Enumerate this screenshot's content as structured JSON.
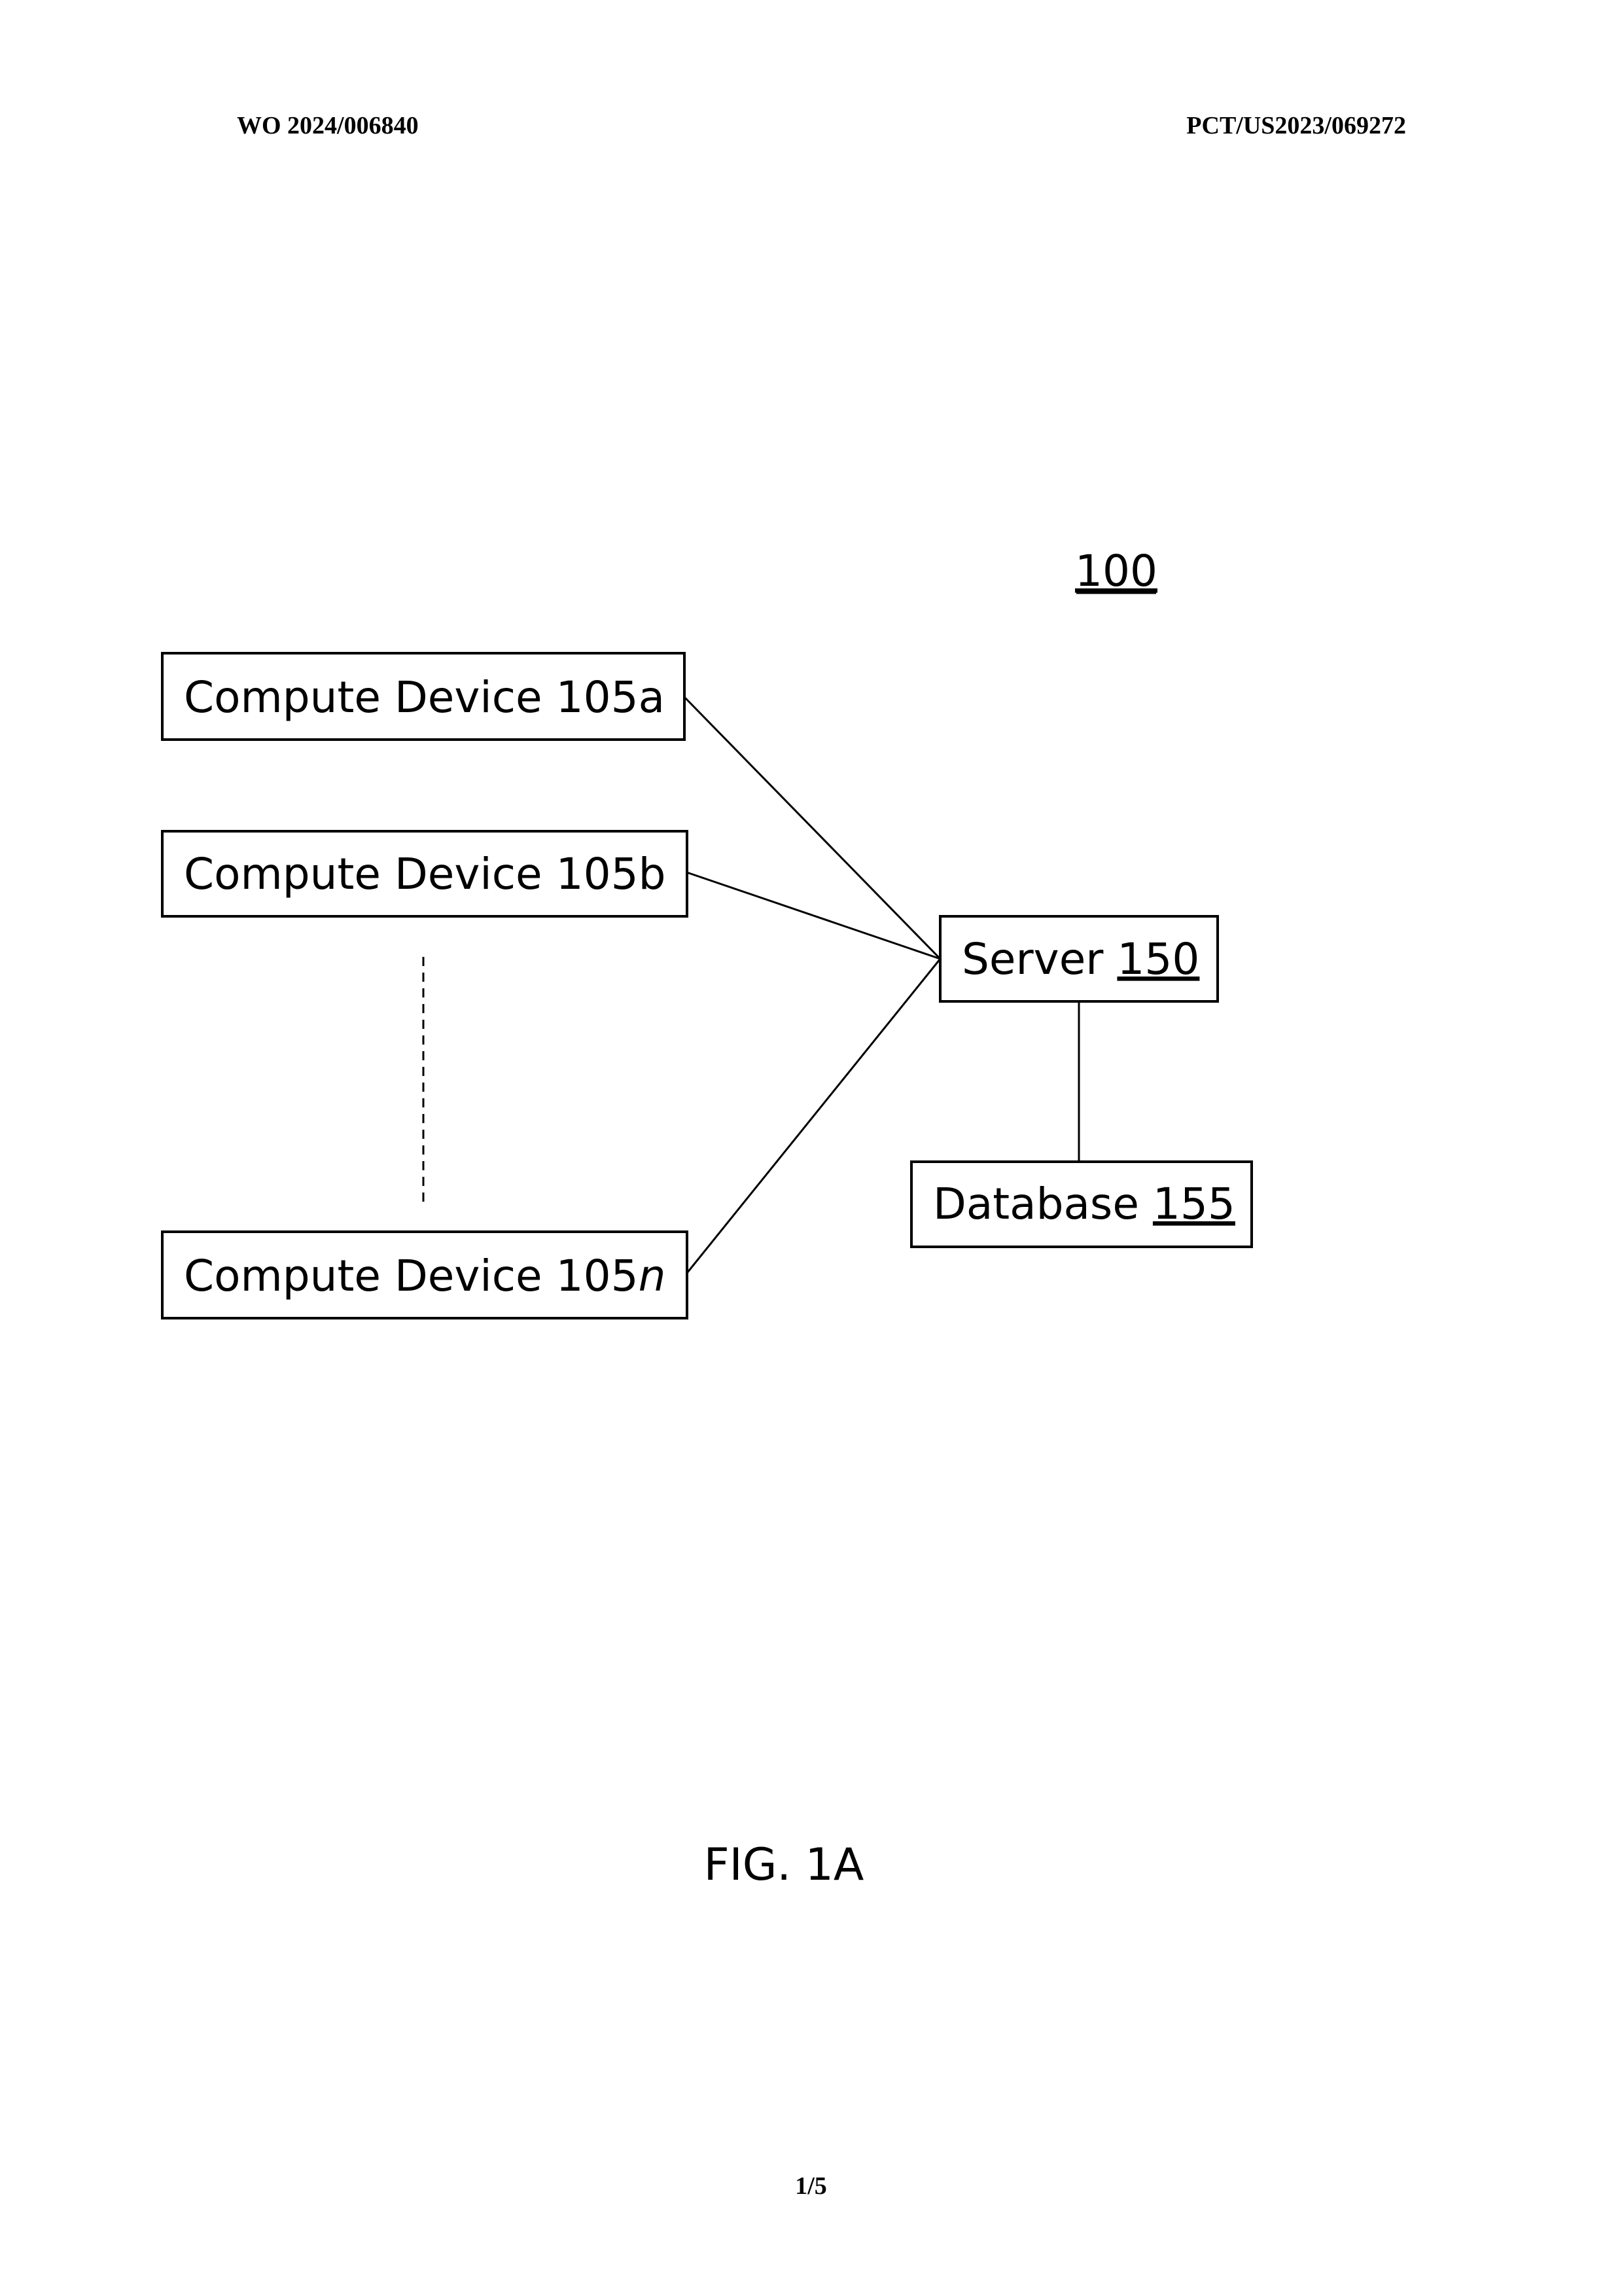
{
  "header": {
    "publication_number": "WO 2024/006840",
    "application_number": "PCT/US2023/069272"
  },
  "diagram": {
    "system_ref": "100",
    "nodes": {
      "device_a": {
        "name": "Compute Device ",
        "ref": "105a"
      },
      "device_b": {
        "name": "Compute Device ",
        "ref": "105b"
      },
      "device_n": {
        "name": "Compute Device ",
        "ref_base": "105",
        "ref_suffix": "n"
      },
      "server": {
        "name": "Server ",
        "ref": "150"
      },
      "database": {
        "name": "Database ",
        "ref": "155"
      }
    },
    "edges": [
      [
        "device_a",
        "server"
      ],
      [
        "device_b",
        "server"
      ],
      [
        "device_n",
        "server"
      ],
      [
        "server",
        "database"
      ]
    ]
  },
  "caption": "FIG. 1A",
  "footer": {
    "page_number": "1/5"
  }
}
